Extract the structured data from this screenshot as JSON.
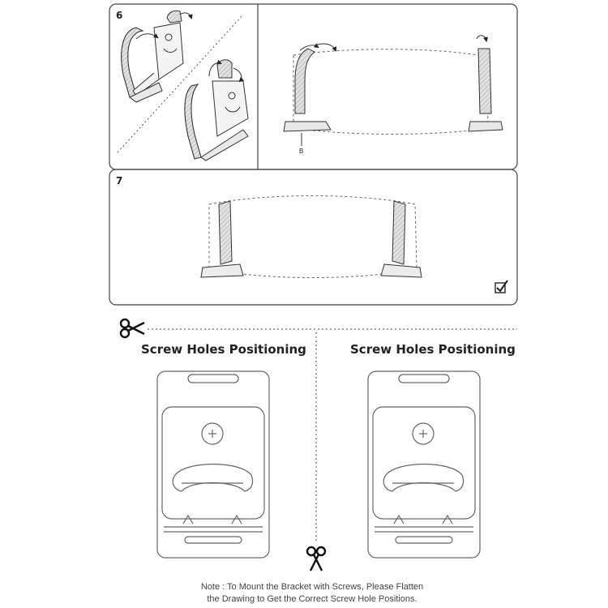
{
  "steps": {
    "step6": "6",
    "step7": "7"
  },
  "callout_b": "B",
  "titles": {
    "left": "Screw Holes Positioning",
    "right": "Screw Holes Positioning"
  },
  "note": {
    "line1": "Note : To Mount the Bracket with Screws, Please Flatten",
    "line2": "the Drawing to Get the Correct Screw Hole Positions."
  },
  "icons": {
    "scissors": "scissors-icon",
    "checkmark": "checkbox-checked-icon"
  },
  "colors": {
    "line": "#333333",
    "strap": "#cfcfcf",
    "panel_border": "#444444"
  }
}
